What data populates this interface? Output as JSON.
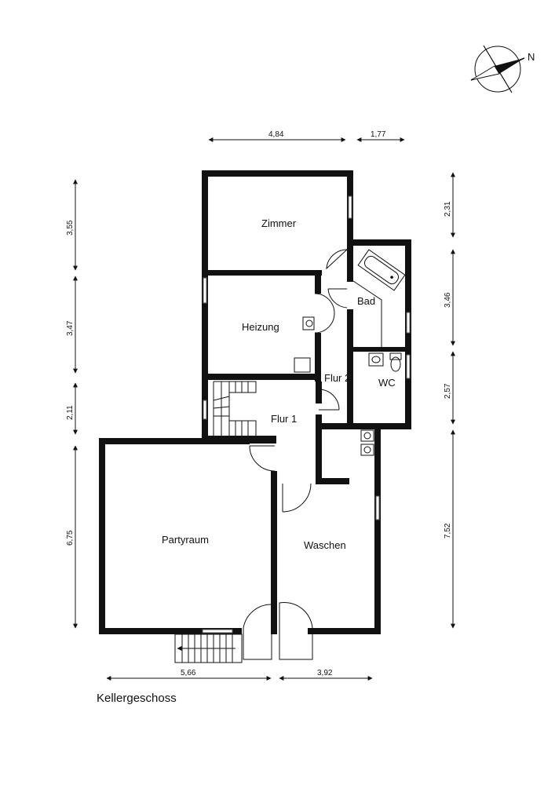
{
  "title": "Kellergeschoss",
  "compass": {
    "label": "N"
  },
  "rooms": {
    "zimmer": "Zimmer",
    "heizung": "Heizung",
    "bad": "Bad",
    "wc": "WC",
    "flur1": "Flur 1",
    "flur2": "Flur 2",
    "partyraum": "Partyraum",
    "waschen": "Waschen"
  },
  "dimensions": {
    "top_left": "4,84",
    "top_right": "1,77",
    "bottom_left": "5,66",
    "bottom_right": "3,92",
    "left": [
      "3,55",
      "3,47",
      "2,11",
      "6,75"
    ],
    "right": [
      "2,31",
      "3,46",
      "2,57",
      "7,52"
    ]
  }
}
